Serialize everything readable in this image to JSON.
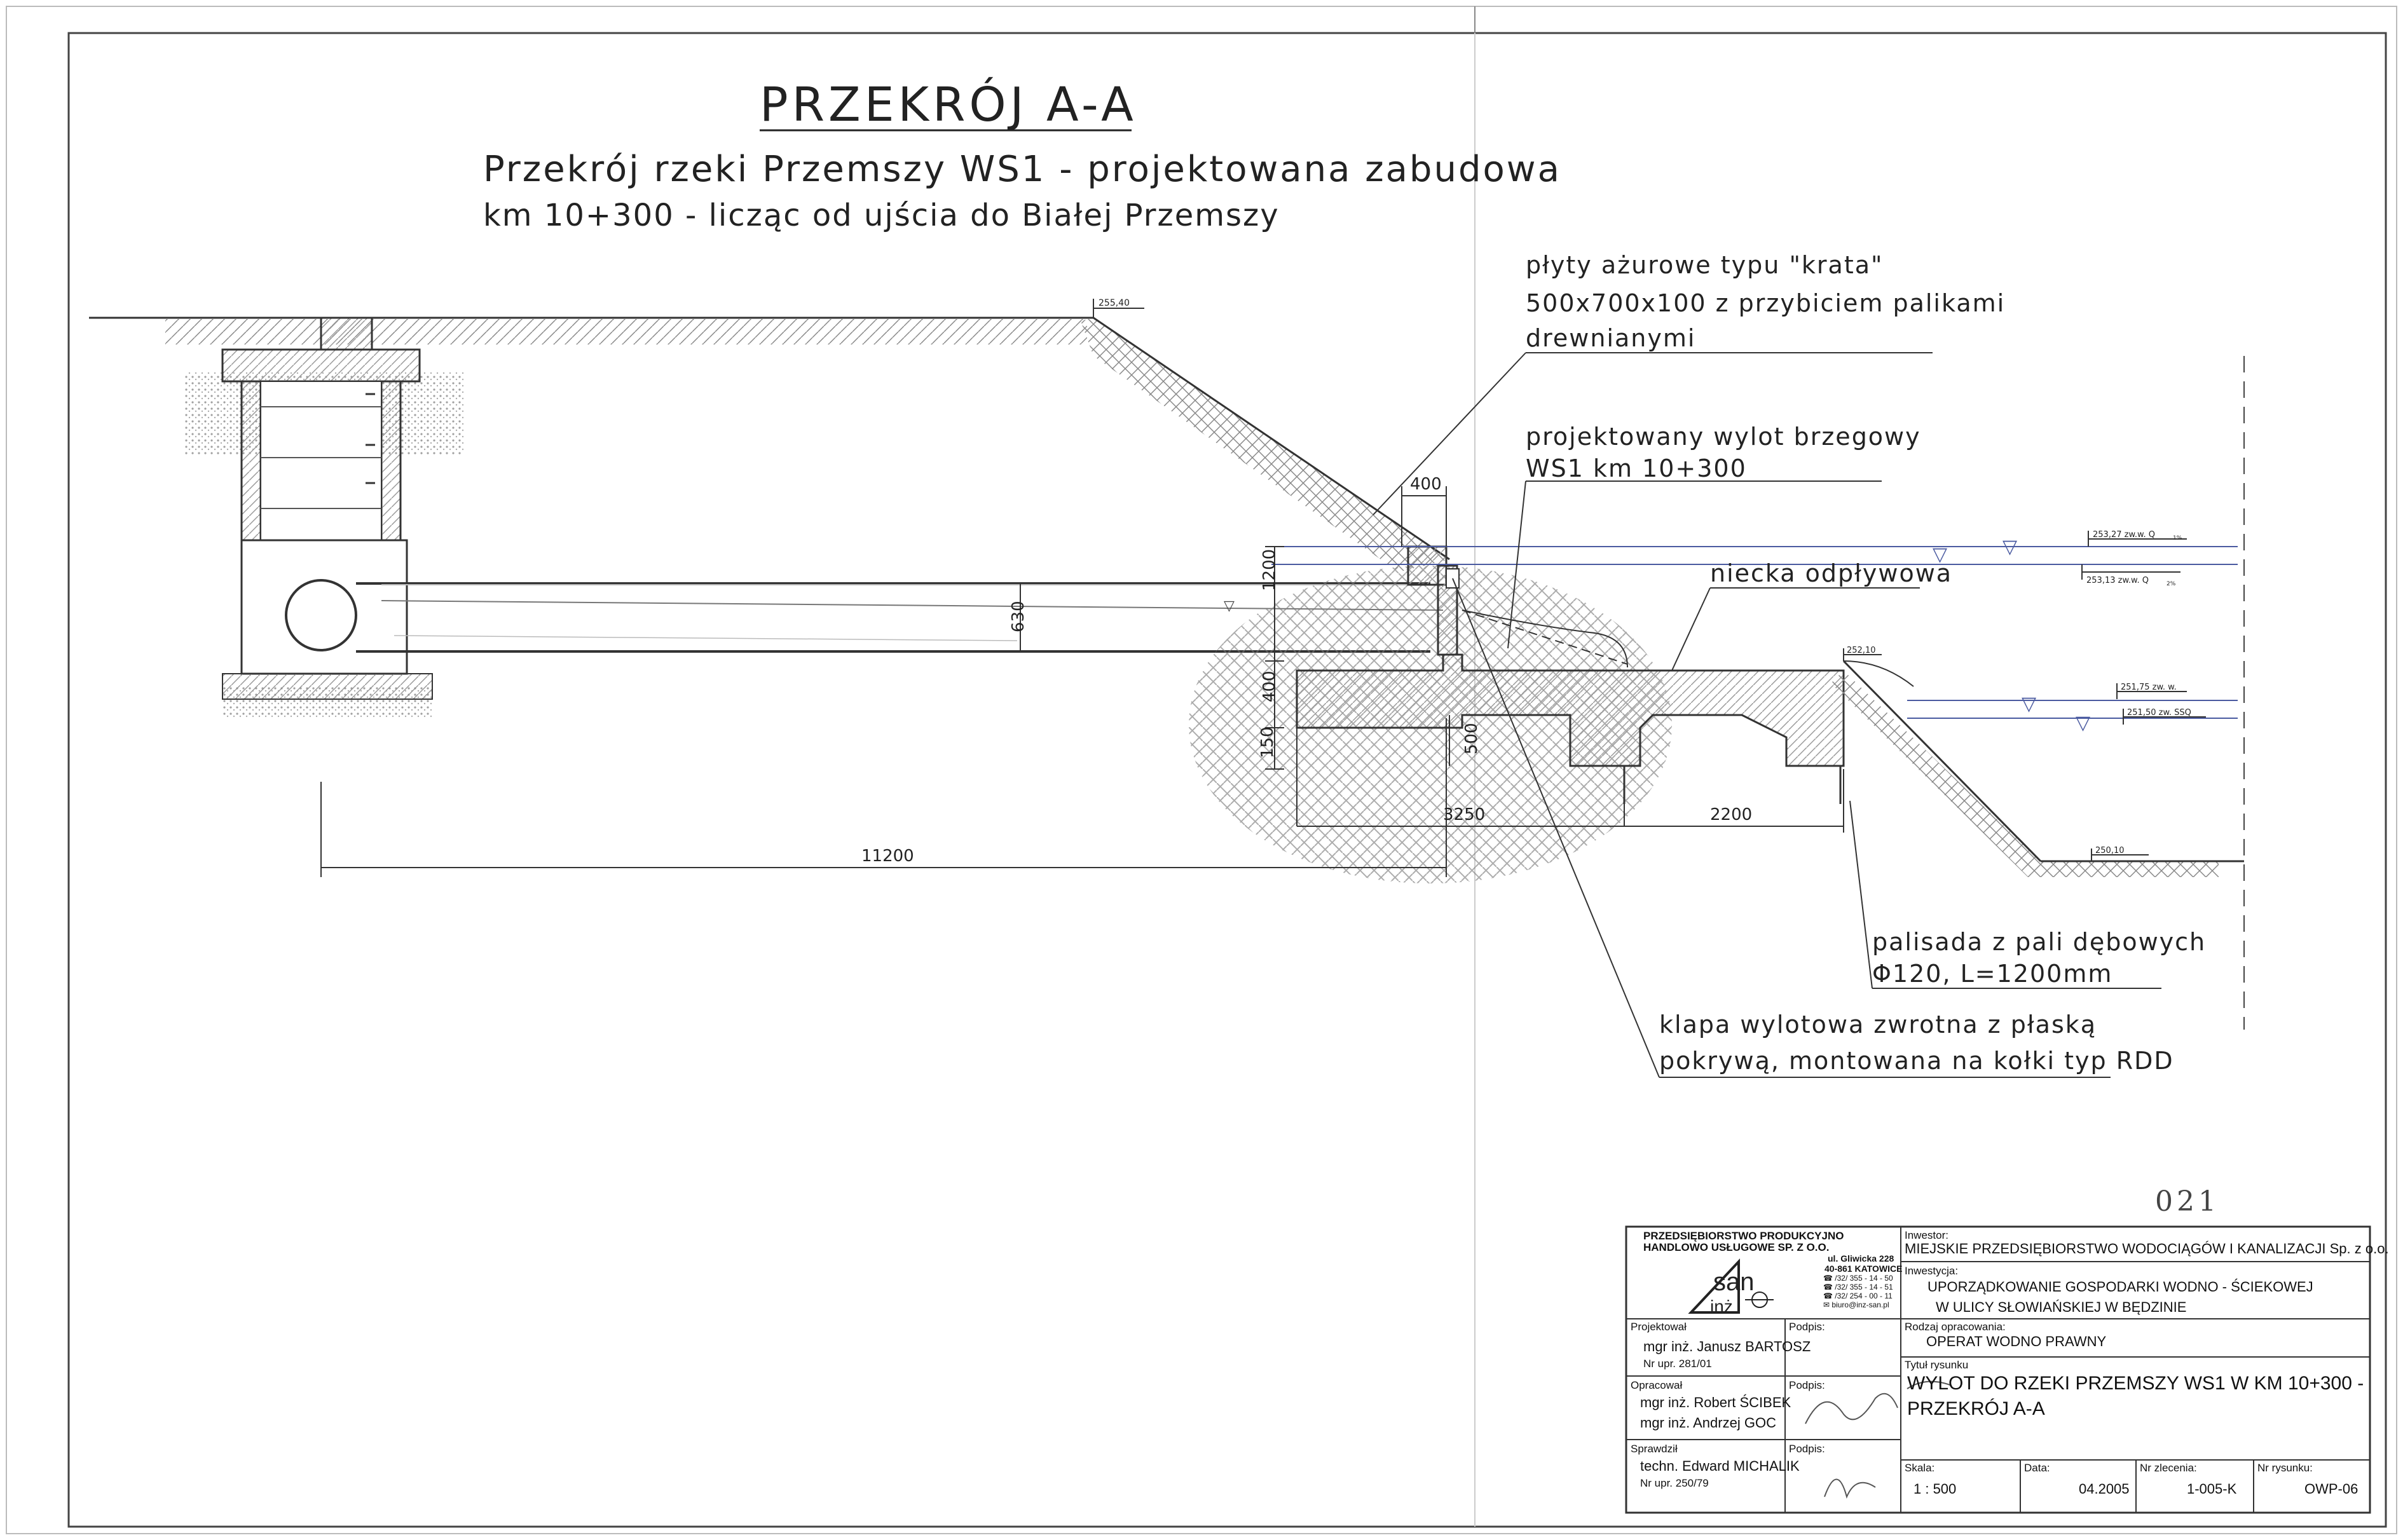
{
  "title": {
    "main": "PRZEKRÓJ A-A",
    "line1": "Przekrój rzeki Przemszy WS1 - projektowana zabudowa",
    "line2": "km 10+300 - licząc od ujścia do Białej Przemszy"
  },
  "annotations": {
    "plates_l1": "płyty ażurowe typu \"krata\"",
    "plates_l2": "500x700x100 z przybiciem palikami",
    "plates_l3": "drewnianymi",
    "outlet_l1": "projektowany wylot brzegowy",
    "outlet_l2": "WS1 km 10+300",
    "basin": "niecka odpływowa",
    "palisade_l1": "palisada z pali dębowych",
    "palisade_l2": "Φ120, L=1200mm",
    "flap_l1": "klapa wylotowa zwrotna z płaską",
    "flap_l2": "pokrywą, montowana na kołki typ RDD"
  },
  "levels": {
    "top": "255,40",
    "q1": "253,27 zw.w. Q",
    "q1_sub": "1%",
    "q2": "253,13 zw.w. Q",
    "q2_sub": "2%",
    "bank": "252,10",
    "zww": "251,75 zw. w.",
    "ssq": "251,50 zw. SSQ",
    "bottom": "250,10"
  },
  "dims": {
    "d400_top": "400",
    "d1200": "1200",
    "d630": "630",
    "d400_v": "400",
    "d150": "150",
    "d500": "500",
    "d3250": "3250",
    "d2200": "2200",
    "d11200": "11200"
  },
  "sheet_number": "021",
  "title_block": {
    "company_l1": "PRZEDSIĘBIORSTWO PRODUKCYJNO",
    "company_l2": "HANDLOWO USŁUGOWE  SP. Z O.O.",
    "addr_l1": "ul. Gliwicka 228",
    "addr_l2": "40-861 KATOWICE",
    "addr_l3": "☎ /32/ 355 - 14 - 50",
    "addr_l4": "☎ /32/ 355 - 14 - 51",
    "addr_l5": "☎ /32/ 254 - 00 - 11",
    "addr_l6": "✉ biuro@inz-san.pl",
    "logo_san": "san",
    "logo_inz": "inż",
    "investor_label": "Inwestor:",
    "investor": "MIEJSKIE PRZEDSIĘBIORSTWO WODOCIĄGÓW I KANALIZACJI Sp. z o.o.",
    "investment_label": "Inwestycja:",
    "investment_l1": "UPORZĄDKOWANIE GOSPODARKI WODNO - ŚCIEKOWEJ",
    "investment_l2": "W ULICY SŁOWIAŃSKIEJ W BĘDZINIE",
    "designer_label": "Projektował",
    "designer_name": "mgr inż. Janusz BARTOSZ",
    "designer_perm": "Nr upr. 281/01",
    "sign_label": "Podpis:",
    "doc_type_label": "Rodzaj opracowania:",
    "doc_type": "OPERAT WODNO PRAWNY",
    "prepared_label": "Opracował",
    "prepared_1": "mgr inż. Robert ŚCIBEK",
    "prepared_2": "mgr inż. Andrzej GOC",
    "drawing_title_label": "Tytuł rysunku",
    "drawing_title_l1": "WYLOT DO RZEKI PRZEMSZY WS1 W KM 10+300 -",
    "drawing_title_l2": "PRZEKRÓJ A-A",
    "checked_label": "Sprawdził",
    "checked_name": "techn. Edward MICHALIK",
    "checked_perm": "Nr upr. 250/79",
    "scale_label": "Skala:",
    "scale": "1 : 500",
    "date_label": "Data:",
    "date": "04.2005",
    "order_label": "Nr zlecenia:",
    "order": "1-005-K",
    "drawing_no_label": "Nr rysunku:",
    "drawing_no": "OWP-06"
  }
}
